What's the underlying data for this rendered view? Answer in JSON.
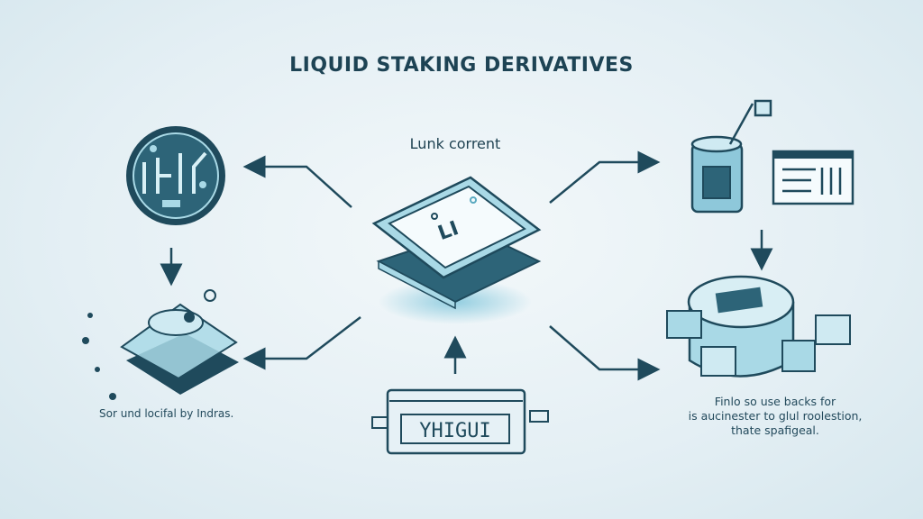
{
  "title": "LIQUID STAKING DERIVATIVES",
  "center_label": "Lunk corrent",
  "center_screen_text": "LI",
  "bottom_module_text": "YHIGUI",
  "left_caption": "Sor und locifal by Indras.",
  "right_caption": [
    "Finlo so use backs for",
    "is aucinester to glul roolestion,",
    "thate spafigeal."
  ],
  "colors": {
    "dark": "#1f4a5c",
    "light": "#a9d9e6",
    "background": "#e6f1f6"
  }
}
